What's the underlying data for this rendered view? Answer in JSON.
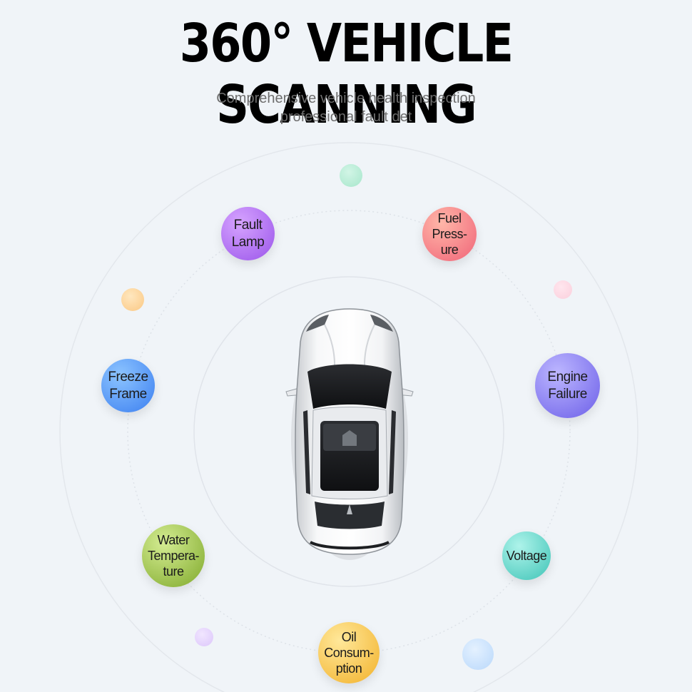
{
  "header": {
    "title": "360° VEHICLE SCANNING",
    "subtitle_line1": "Comprehensive vehicle health inspection",
    "subtitle_line2": "professional fault det"
  },
  "features": [
    {
      "id": "fault-lamp",
      "label": "Fault\nLamp",
      "color_from": "#d6a3ff",
      "color_to": "#9a55ea"
    },
    {
      "id": "fuel-pressure",
      "label": "Fuel\nPress-\nure",
      "color_from": "#ffb6a8",
      "color_to": "#f06478"
    },
    {
      "id": "freeze-frame",
      "label": "Freeze\nFrame",
      "color_from": "#7fbcff",
      "color_to": "#3c7ff0"
    },
    {
      "id": "engine-failure",
      "label": "Engine\nFailure",
      "color_from": "#b7b0ff",
      "color_to": "#6c5fe8"
    },
    {
      "id": "water-temperature",
      "label": "Water\nTempera-\nture",
      "color_from": "#cfe88a",
      "color_to": "#7fa92b"
    },
    {
      "id": "voltage",
      "label": "Voltage",
      "color_from": "#a4f0e6",
      "color_to": "#3fc4b7"
    },
    {
      "id": "oil-consumption",
      "label": "Oil\nConsum-\nption",
      "color_from": "#ffe58a",
      "color_to": "#f2b12a"
    }
  ],
  "colors": {
    "background": "#f0f4f8",
    "title": "#000000",
    "subtitle": "#6e6e6e"
  }
}
